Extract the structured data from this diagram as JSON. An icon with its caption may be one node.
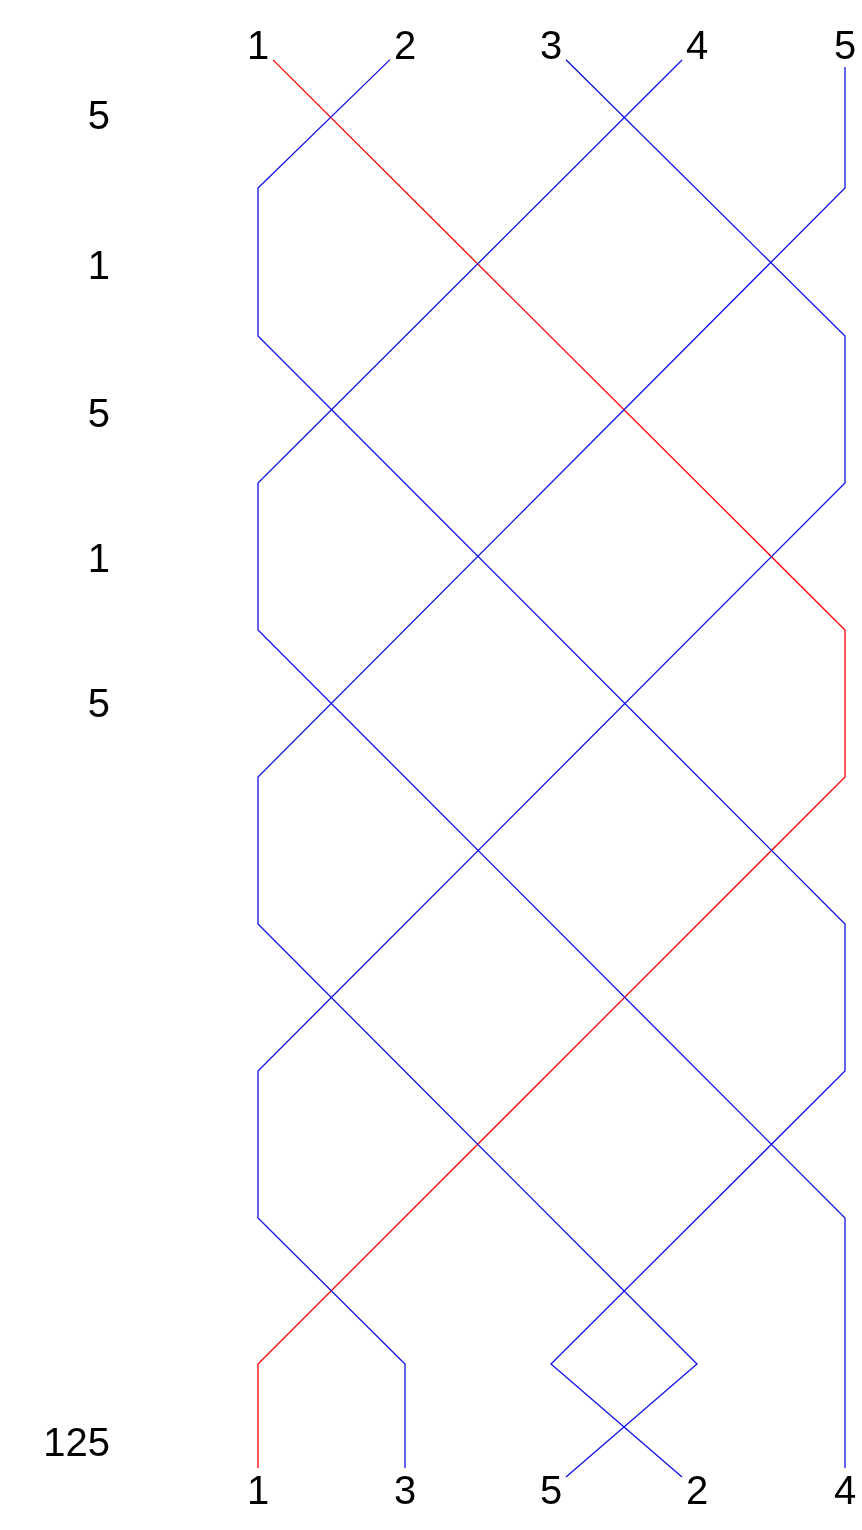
{
  "diagram": {
    "nodes": [
      {
        "text": [
          "1"
        ]
      },
      {
        "text": [
          "2"
        ]
      },
      {
        "text": [
          "3"
        ]
      },
      {
        "text": [
          "4"
        ]
      },
      {
        "text": [
          "5"
        ]
      },
      {
        "text": [
          "1"
        ]
      },
      {
        "text": [
          "3"
        ]
      },
      {
        "text": [
          "5"
        ]
      },
      {
        "text": [
          "2"
        ]
      },
      {
        "text": [
          "4"
        ]
      }
    ],
    "edges": [
      {
        "from": 0,
        "to": 5,
        "arrow": "none",
        "color": "#ff0000"
      },
      {
        "from": 1,
        "to": 8,
        "arrow": "none"
      },
      {
        "from": 2,
        "to": 6,
        "arrow": "none"
      },
      {
        "from": 3,
        "to": 9,
        "arrow": "none"
      },
      {
        "from": 4,
        "to": 7,
        "arrow": "none"
      }
    ],
    "labels": [
      "5",
      "1",
      "5",
      "1",
      "5",
      "125"
    ]
  }
}
